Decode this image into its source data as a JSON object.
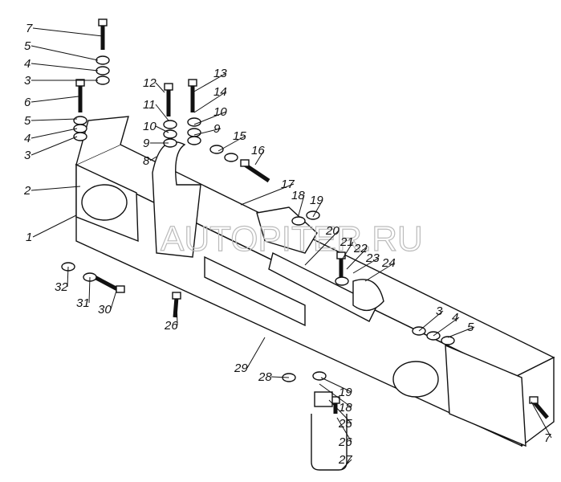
{
  "diagram": {
    "title": "Front bumper assembly exploded view",
    "watermark": "AUTOPITER.RU",
    "callouts": [
      "7",
      "5",
      "4",
      "3",
      "6",
      "5",
      "4",
      "3",
      "2",
      "1",
      "12",
      "11",
      "10",
      "9",
      "8",
      "13",
      "14",
      "10",
      "9",
      "15",
      "16",
      "17",
      "18",
      "19",
      "20",
      "21",
      "22",
      "23",
      "24",
      "32",
      "31",
      "30",
      "26",
      "29",
      "3",
      "4",
      "5",
      "28",
      "19",
      "18",
      "25",
      "26",
      "27",
      "7"
    ]
  }
}
